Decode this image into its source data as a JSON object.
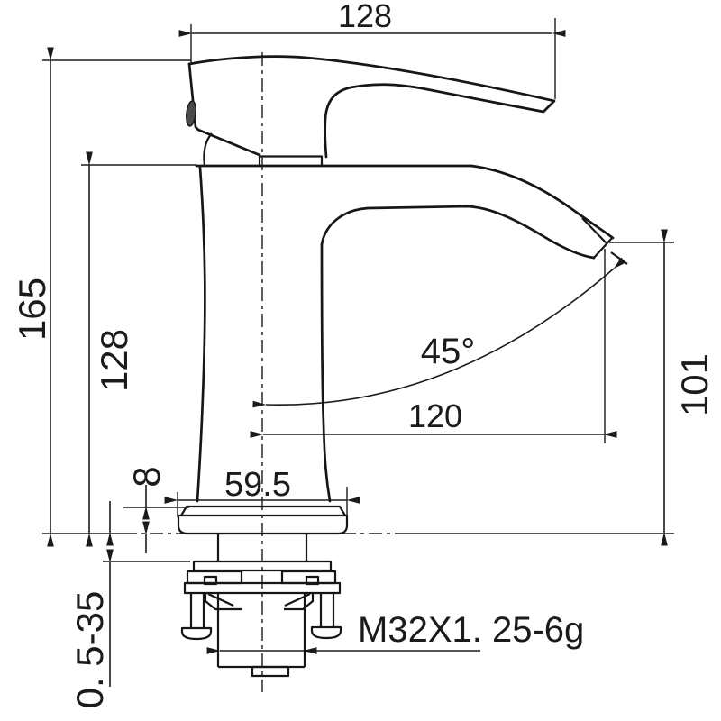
{
  "drawing": {
    "type": "technical-dimension-drawing",
    "subject": "single-handle basin faucet, side elevation with mounting hardware",
    "dimensions": {
      "top_width": "128",
      "overall_height": "165",
      "body_height": "128",
      "outlet_height": "101",
      "outlet_reach": "120",
      "outlet_angle": "45°",
      "base_width": "59.5",
      "base_plate_thickness": "8",
      "mounting_thickness_range": "0. 5-35",
      "thread_spec": "M32X1. 25-6g"
    },
    "colors": {
      "line": "#1b1b1b",
      "background": "#ffffff"
    }
  }
}
